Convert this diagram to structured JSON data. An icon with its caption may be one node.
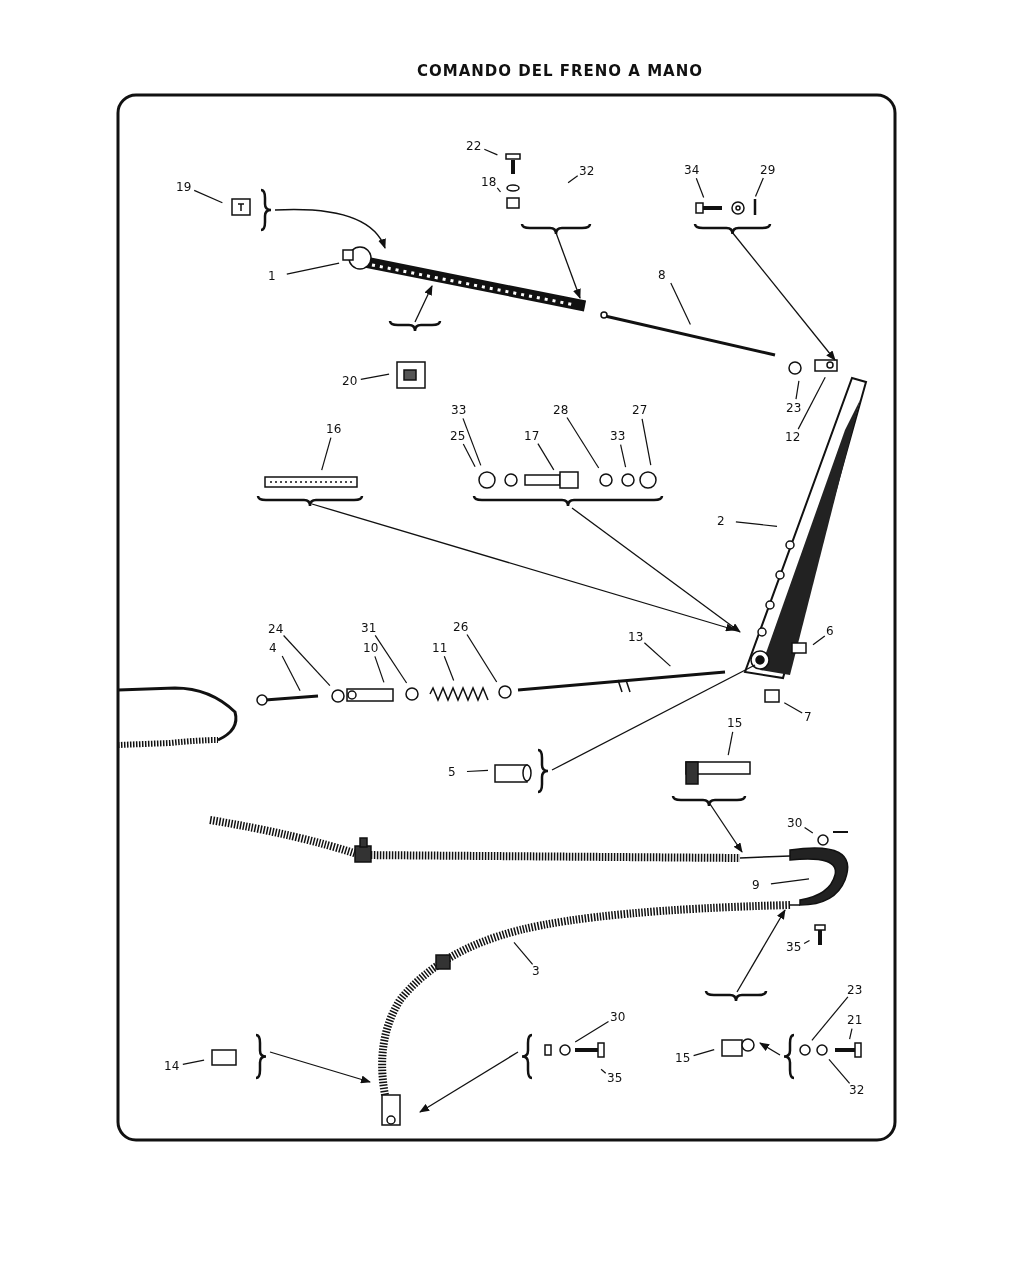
{
  "diagram": {
    "title": "COMANDO DEL FRENO A MANO",
    "nodes": [
      {
        "text": [
          "22"
        ]
      },
      {
        "text": [
          "32"
        ]
      },
      {
        "text": [
          "34"
        ]
      },
      {
        "text": [
          "29"
        ]
      },
      {
        "text": [
          "19"
        ]
      },
      {
        "text": [
          "18"
        ]
      },
      {
        "text": [
          "1"
        ]
      },
      {
        "text": [
          "8"
        ]
      },
      {
        "text": [
          "20"
        ]
      },
      {
        "text": [
          "23"
        ]
      },
      {
        "text": [
          "33"
        ]
      },
      {
        "text": [
          "28"
        ]
      },
      {
        "text": [
          "27"
        ]
      },
      {
        "text": [
          "16"
        ]
      },
      {
        "text": [
          "12"
        ]
      },
      {
        "text": [
          "25"
        ]
      },
      {
        "text": [
          "17"
        ]
      },
      {
        "text": [
          "33"
        ]
      },
      {
        "text": [
          "2"
        ]
      },
      {
        "text": [
          "24"
        ]
      },
      {
        "text": [
          "31"
        ]
      },
      {
        "text": [
          "26"
        ]
      },
      {
        "text": [
          "6"
        ]
      },
      {
        "text": [
          "4"
        ]
      },
      {
        "text": [
          "10"
        ]
      },
      {
        "text": [
          "11"
        ]
      },
      {
        "text": [
          "13"
        ]
      },
      {
        "text": [
          "7"
        ]
      },
      {
        "text": [
          "5"
        ]
      },
      {
        "text": [
          "15"
        ]
      },
      {
        "text": [
          "30"
        ]
      },
      {
        "text": [
          "9"
        ]
      },
      {
        "text": [
          "3"
        ]
      },
      {
        "text": [
          "35"
        ]
      },
      {
        "text": [
          "23"
        ]
      },
      {
        "text": [
          "21"
        ]
      },
      {
        "text": [
          "30"
        ]
      },
      {
        "text": [
          "14"
        ]
      },
      {
        "text": [
          "15"
        ]
      },
      {
        "text": [
          "35"
        ]
      },
      {
        "text": [
          "32"
        ]
      }
    ],
    "edges": [
      {
        "from": 0,
        "to": null,
        "arrow": "none"
      },
      {
        "from": 1,
        "to": null,
        "arrow": "none"
      },
      {
        "from": 2,
        "to": null,
        "arrow": "none"
      },
      {
        "from": 3,
        "to": null,
        "arrow": "none"
      },
      {
        "from": 4,
        "to": null,
        "arrow": "none"
      },
      {
        "from": 5,
        "to": null,
        "arrow": "none"
      },
      {
        "from": 6,
        "to": null,
        "arrow": "none"
      },
      {
        "from": 7,
        "to": null,
        "arrow": "none"
      },
      {
        "from": 8,
        "to": null,
        "arrow": "none"
      },
      {
        "from": 9,
        "to": null,
        "arrow": "none"
      },
      {
        "from": 10,
        "to": null,
        "arrow": "none"
      },
      {
        "from": 11,
        "to": null,
        "arrow": "none"
      },
      {
        "from": 12,
        "to": null,
        "arrow": "none"
      },
      {
        "from": 13,
        "to": null,
        "arrow": "none"
      },
      {
        "from": 14,
        "to": null,
        "arrow": "none"
      },
      {
        "from": 15,
        "to": null,
        "arrow": "none"
      },
      {
        "from": 16,
        "to": null,
        "arrow": "none"
      },
      {
        "from": 17,
        "to": null,
        "arrow": "none"
      },
      {
        "from": 18,
        "to": null,
        "arrow": "none"
      },
      {
        "from": 19,
        "to": null,
        "arrow": "none"
      },
      {
        "from": 20,
        "to": null,
        "arrow": "none"
      },
      {
        "from": 21,
        "to": null,
        "arrow": "none"
      },
      {
        "from": 22,
        "to": null,
        "arrow": "none"
      },
      {
        "from": 23,
        "to": null,
        "arrow": "none"
      },
      {
        "from": 24,
        "to": null,
        "arrow": "none"
      },
      {
        "from": 25,
        "to": null,
        "arrow": "none"
      },
      {
        "from": 26,
        "to": null,
        "arrow": "none"
      },
      {
        "from": 27,
        "to": null,
        "arrow": "none"
      },
      {
        "from": 28,
        "to": null,
        "arrow": "none"
      },
      {
        "from": 29,
        "to": null,
        "arrow": "none"
      },
      {
        "from": 30,
        "to": null,
        "arrow": "none"
      },
      {
        "from": 31,
        "to": null,
        "arrow": "none"
      },
      {
        "from": 32,
        "to": null,
        "arrow": "none"
      },
      {
        "from": 33,
        "to": null,
        "arrow": "none"
      },
      {
        "from": 34,
        "to": null,
        "arrow": "none"
      },
      {
        "from": 35,
        "to": null,
        "arrow": "none"
      },
      {
        "from": 36,
        "to": null,
        "arrow": "none"
      },
      {
        "from": 37,
        "to": null,
        "arrow": "none"
      },
      {
        "from": 38,
        "to": null,
        "arrow": "none"
      },
      {
        "from": 39,
        "to": null,
        "arrow": "none"
      },
      {
        "from": 40,
        "to": null,
        "arrow": "none"
      }
    ]
  }
}
